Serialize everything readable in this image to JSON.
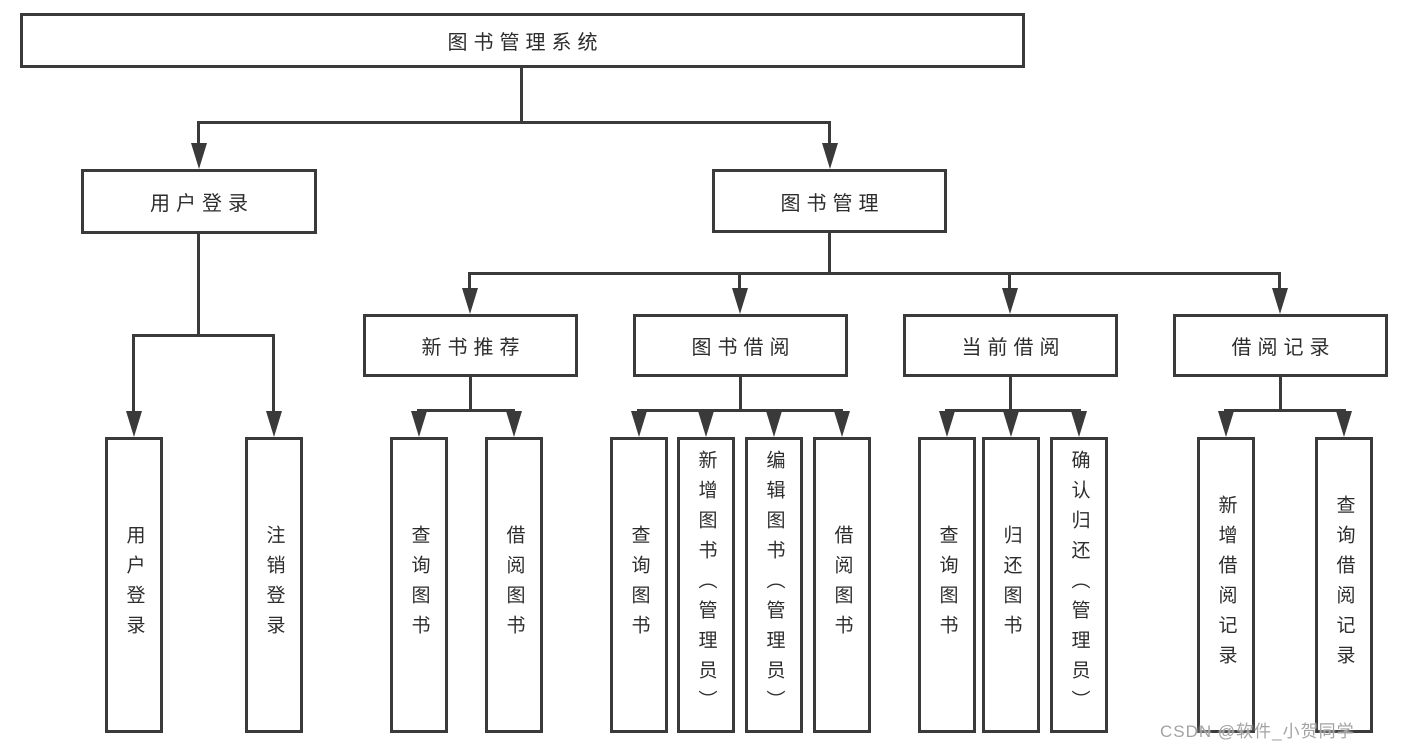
{
  "tree": {
    "root": {
      "label": "图书管理系统"
    },
    "level2": {
      "user_login": {
        "label": "用户登录",
        "leaves": {
          "login": "用户登录",
          "logout": "注销登录"
        }
      },
      "book_mgmt": {
        "label": "图书管理"
      }
    },
    "level3": {
      "new_book_rec": {
        "label": "新书推荐",
        "leaves": {
          "query": "查询图书",
          "borrow": "借阅图书"
        }
      },
      "book_borrow": {
        "label": "图书借阅",
        "leaves": {
          "query": "查询图书",
          "add": "新增图书（管理员）",
          "edit": "编辑图书（管理员）",
          "borrow": "借阅图书"
        }
      },
      "current_borrow": {
        "label": "当前借阅",
        "leaves": {
          "query": "查询图书",
          "return": "归还图书",
          "confirm": "确认归还（管理员）"
        }
      },
      "borrow_record": {
        "label": "借阅记录",
        "leaves": {
          "add": "新增借阅记录",
          "query": "查询借阅记录"
        }
      }
    }
  },
  "watermark": "CSDN @软件_小贺同学",
  "colors": {
    "line": "#3a3a3a",
    "text": "#2d2d2d",
    "watermark": "#a3a3a3",
    "background": "#ffffff"
  }
}
